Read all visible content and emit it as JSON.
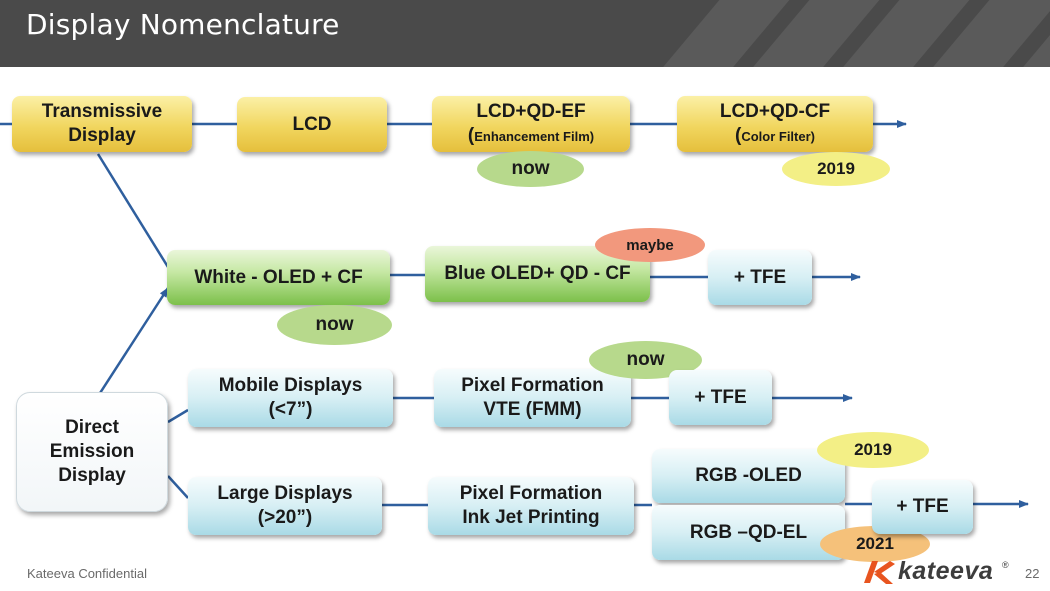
{
  "header": {
    "title": "Display Nomenclature"
  },
  "nodes": {
    "transmissive": {
      "line1": "Transmissive",
      "line2": "Display"
    },
    "lcd": {
      "label": "LCD"
    },
    "lcd_qd_ef": {
      "line1": "LCD+QD-EF",
      "line2_paren": "(",
      "line2_small": "Enhancement Film)"
    },
    "lcd_qd_cf": {
      "line1": "LCD+QD-CF",
      "line2_paren": "(",
      "line2_small": "Color Filter)"
    },
    "white_oled": {
      "label": "White - OLED + CF"
    },
    "blue_oled": {
      "label": "Blue OLED+ QD - CF"
    },
    "tfe_1": {
      "label": "+ TFE"
    },
    "direct_emission": {
      "line1": "Direct",
      "line2": "Emission",
      "line3": "Display"
    },
    "mobile": {
      "line1": "Mobile Displays",
      "line2": "(<7”)"
    },
    "pixel_vte": {
      "line1": "Pixel Formation",
      "line2": "VTE (FMM)"
    },
    "tfe_2": {
      "label": "+ TFE"
    },
    "large": {
      "line1": "Large Displays",
      "line2": "(>20”)"
    },
    "pixel_ijp": {
      "line1": "Pixel Formation",
      "line2": "Ink Jet Printing"
    },
    "rgb_oled": {
      "label": "RGB -OLED"
    },
    "rgb_qdel": {
      "label": "RGB –QD-EL"
    },
    "tfe_3": {
      "label": "+ TFE"
    }
  },
  "badges": {
    "now_ef": "now",
    "y2019_cf": "2019",
    "maybe": "maybe",
    "now_white": "now",
    "now_vte": "now",
    "y2019_rgb": "2019",
    "y2021": "2021"
  },
  "footer": {
    "confidential": "Kateeva Confidential",
    "page": "22",
    "logo_text": "kateeva",
    "logo_mark": "®"
  },
  "colors": {
    "title_bar": "#4a4a4a",
    "line": "#2f5f9e",
    "logo_orange": "#e8541f"
  }
}
